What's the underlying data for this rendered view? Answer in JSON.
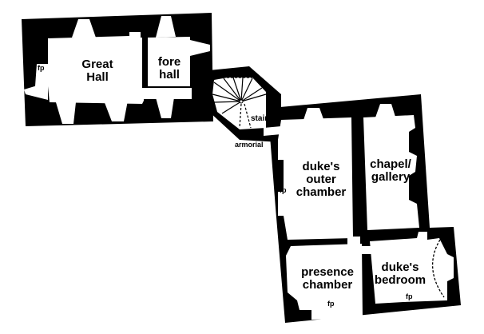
{
  "title": "Floor plan",
  "colors": {
    "wall": "#000000",
    "floor": "#ffffff"
  },
  "rooms": {
    "great_hall": [
      "Great",
      "Hall"
    ],
    "fore_hall": [
      "fore",
      "hall"
    ],
    "outer_chamber": [
      "duke's",
      "outer",
      "chamber"
    ],
    "chapel": [
      "chapel/",
      "gallery"
    ],
    "presence": [
      "presence",
      "chamber"
    ],
    "bedroom": [
      "duke's",
      "bedroom"
    ]
  },
  "annotations": {
    "fp": "fp",
    "stair": "stair",
    "armorial": "armorial"
  }
}
